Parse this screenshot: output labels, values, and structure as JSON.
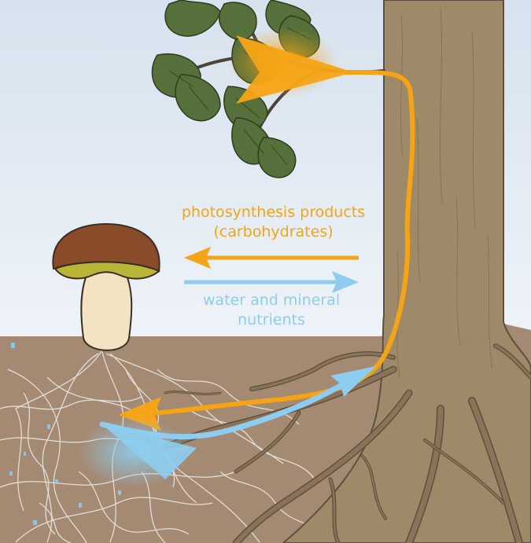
{
  "colors": {
    "sky_top": "#d6e2ee",
    "sky_bottom": "#eef3f8",
    "soil": "#a58a73",
    "trunk": "#9e8a68",
    "trunk_outline": "#5c5040",
    "leaf": "#55703a",
    "cap": "#8a4b2a",
    "cap_underside": "#b9b637",
    "stem": "#f2e4c2",
    "hyphae": "#e8e6e2",
    "orange_arrow": "#f5a416",
    "blue_arrow": "#8ecdf0"
  },
  "labels": {
    "photosynthesis_line1": "photosynthesis products",
    "photosynthesis_line2": "(carbohydrates)",
    "water_line1": "water and mineral",
    "water_line2": "nutrients"
  },
  "icons": {
    "leaves": "oak-leaves-icon",
    "mushroom": "mushroom-icon",
    "tree": "tree-trunk-icon"
  }
}
